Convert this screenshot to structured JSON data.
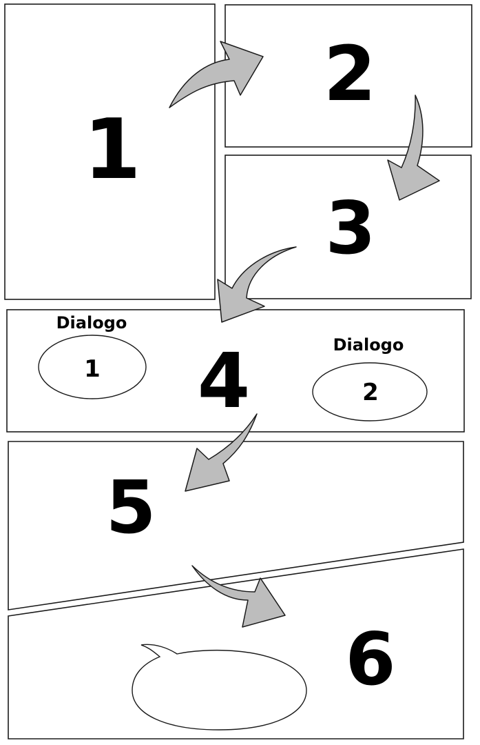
{
  "panels": [
    {
      "number": "1"
    },
    {
      "number": "2"
    },
    {
      "number": "3"
    },
    {
      "number": "4"
    },
    {
      "number": "5"
    },
    {
      "number": "6"
    }
  ],
  "dialogues": [
    {
      "label": "Dialogo",
      "text": "1"
    },
    {
      "label": "Dialogo",
      "text": "2"
    }
  ],
  "colors": {
    "arrow_fill": "#bdbdbd",
    "border": "#1a1a1a",
    "background": "#ffffff"
  }
}
